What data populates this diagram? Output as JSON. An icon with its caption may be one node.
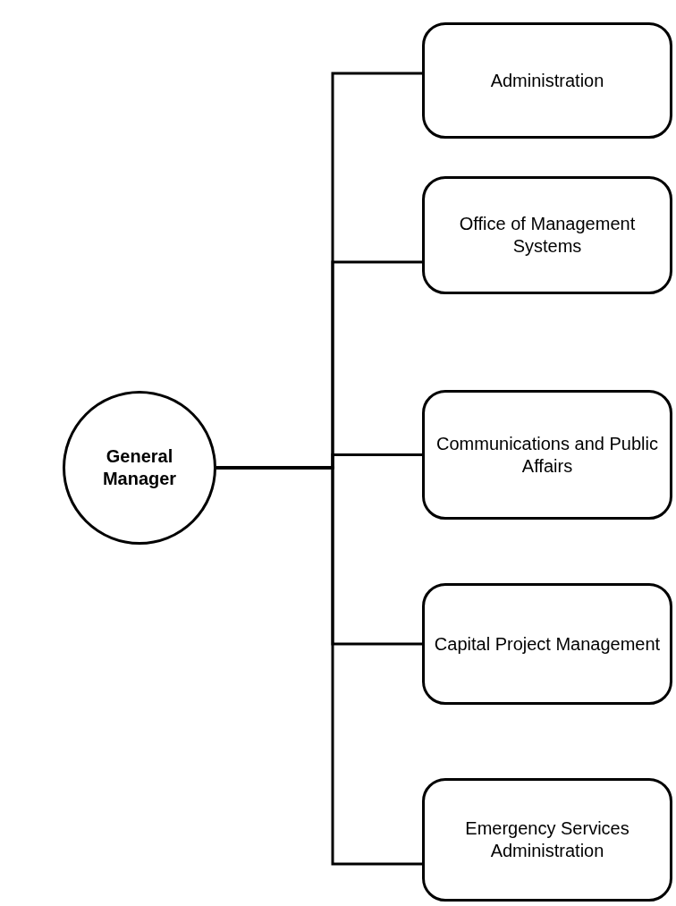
{
  "diagram": {
    "nodes": [
      {
        "text": [
          "General Manager"
        ]
      },
      {
        "text": [
          "Administration"
        ]
      },
      {
        "text": [
          "Office of Management Systems"
        ]
      },
      {
        "text": [
          "Communications and Public Affairs"
        ]
      },
      {
        "text": [
          "Capital Project Management"
        ]
      },
      {
        "text": [
          "Emergency Services Administration"
        ]
      }
    ],
    "edges": [
      {
        "from": 0,
        "to": 1,
        "arrow": "none"
      },
      {
        "from": 0,
        "to": 2,
        "arrow": "none"
      },
      {
        "from": 0,
        "to": 3,
        "arrow": "none"
      },
      {
        "from": 0,
        "to": 4,
        "arrow": "none"
      },
      {
        "from": 0,
        "to": 5,
        "arrow": "none"
      }
    ]
  }
}
